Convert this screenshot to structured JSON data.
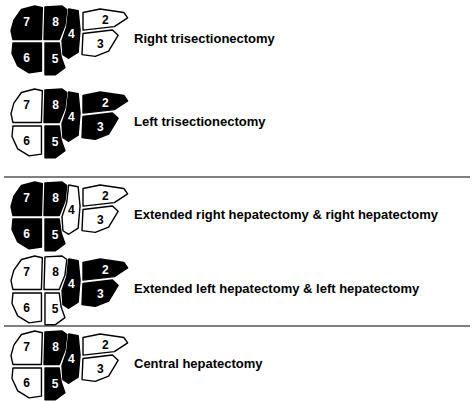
{
  "diagram": {
    "nodes": [
      {
        "text": [
          "7"
        ]
      },
      {
        "text": [
          "8"
        ]
      },
      {
        "text": [
          "4"
        ]
      },
      {
        "text": [
          "2"
        ]
      },
      {
        "text": [
          "6"
        ]
      },
      {
        "text": [
          "5"
        ]
      },
      {
        "text": [
          "3"
        ]
      },
      {
        "text": [
          "7"
        ]
      },
      {
        "text": [
          "8"
        ]
      },
      {
        "text": [
          "4"
        ]
      },
      {
        "text": [
          "2"
        ]
      },
      {
        "text": [
          "6"
        ]
      },
      {
        "text": [
          "5"
        ]
      },
      {
        "text": [
          "3"
        ]
      },
      {
        "text": [
          "7"
        ]
      },
      {
        "text": [
          "8"
        ]
      },
      {
        "text": [
          "4"
        ]
      },
      {
        "text": [
          "2"
        ]
      },
      {
        "text": [
          "6"
        ]
      },
      {
        "text": [
          "5"
        ]
      },
      {
        "text": [
          "3"
        ]
      },
      {
        "text": [
          "7"
        ]
      },
      {
        "text": [
          "8"
        ]
      },
      {
        "text": [
          "4"
        ]
      },
      {
        "text": [
          "2"
        ]
      },
      {
        "text": [
          "6"
        ]
      },
      {
        "text": [
          "5"
        ]
      },
      {
        "text": [
          "3"
        ]
      },
      {
        "text": [
          "7"
        ]
      },
      {
        "text": [
          "8"
        ]
      },
      {
        "text": [
          "4"
        ]
      },
      {
        "text": [
          "2"
        ]
      },
      {
        "text": [
          "6"
        ]
      },
      {
        "text": [
          "5"
        ]
      },
      {
        "text": [
          "3"
        ]
      }
    ],
    "labels": [
      "Right trisectionectomy",
      "Left trisectionectomy",
      "Extended right hepatectomy & right hepatectomy",
      "Extended left hepatectomy & left hepatectomy",
      "Central hepatectomy"
    ]
  }
}
